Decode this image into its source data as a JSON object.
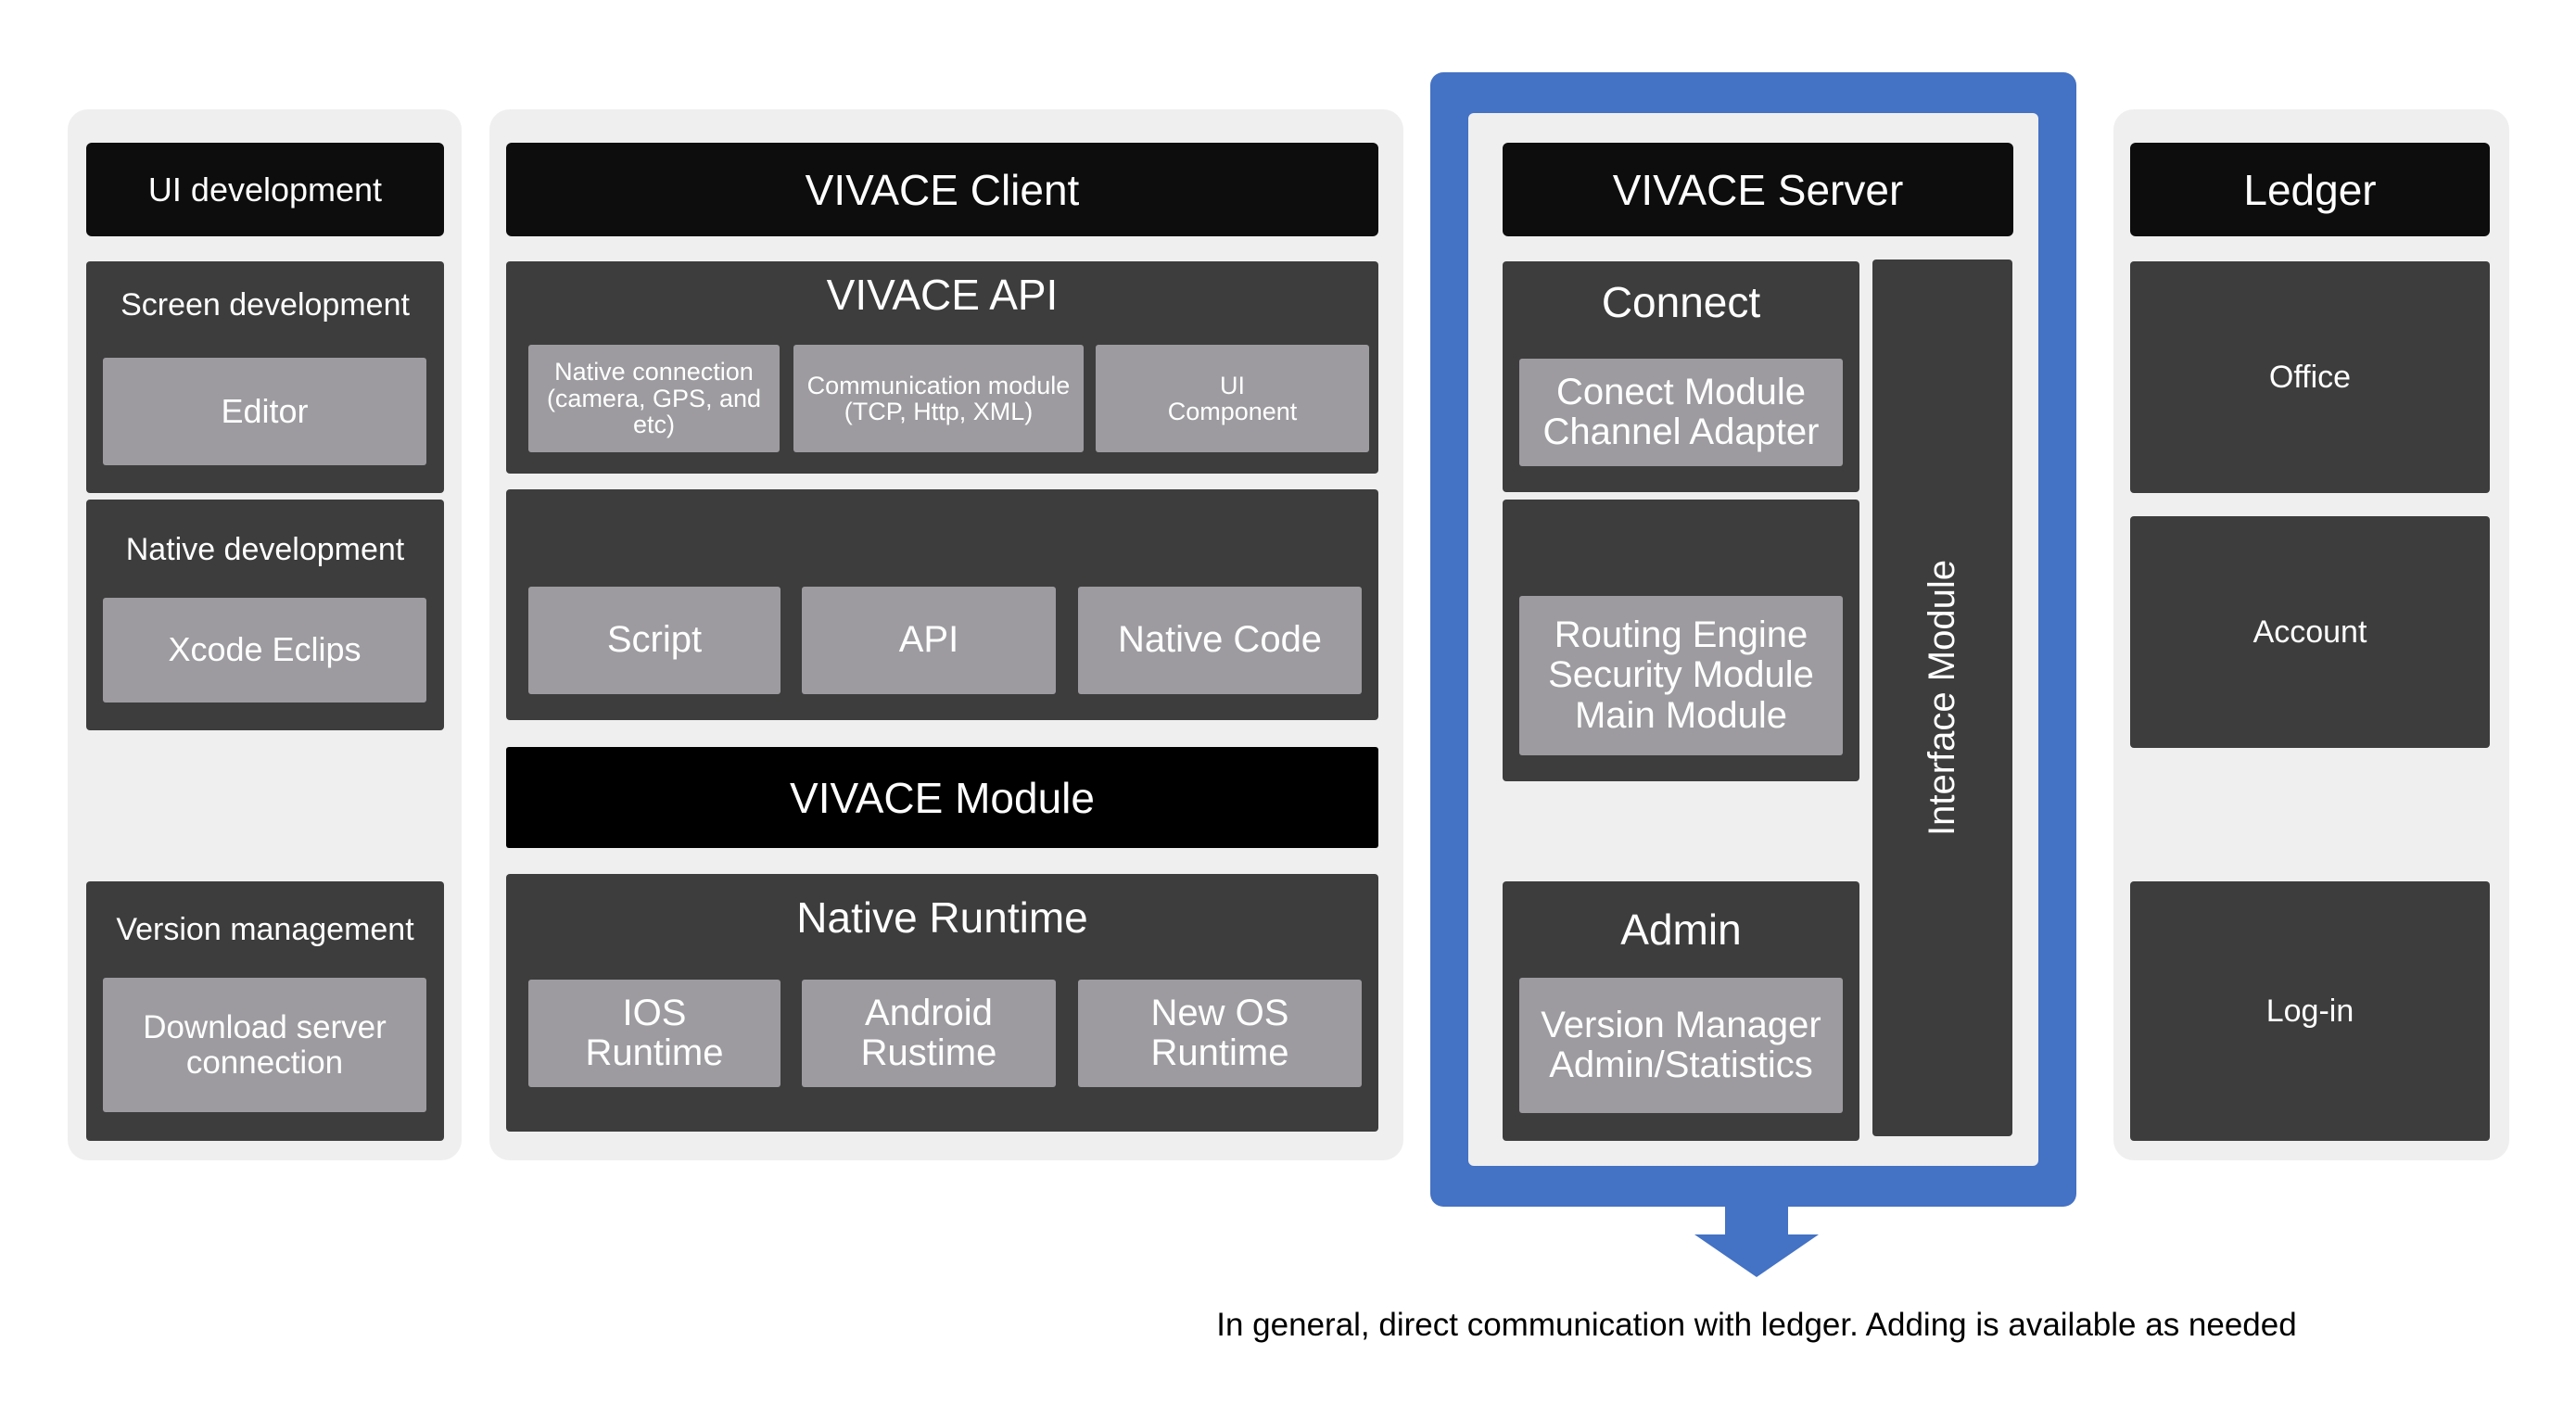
{
  "colors": {
    "panel_bg": "#efefef",
    "header_bg": "#0d0d0d",
    "block_bg": "#3d3d3d",
    "item_bg": "#9d9b9f",
    "server_border": "#4472c4",
    "caption": "#000000"
  },
  "left_column": {
    "header": "UI development",
    "screen_dev": {
      "title": "Screen development",
      "item": "Editor"
    },
    "native_dev": {
      "title": "Native development",
      "item": "Xcode Eclips"
    },
    "version_mgmt": {
      "title": "Version management",
      "item": "Download server\nconnection"
    }
  },
  "client_column": {
    "header": "VIVACE Client",
    "api": {
      "title": "VIVACE API",
      "items": [
        "Native connection\n(camera, GPS, and etc)",
        "Communication module\n(TCP, Http, XML)",
        "UI\nComponent"
      ]
    },
    "script_block": {
      "items": [
        "Script",
        "API",
        "Native Code"
      ]
    },
    "module_header": "VIVACE Module",
    "runtime": {
      "title": "Native Runtime",
      "items": [
        "IOS\nRuntime",
        "Android\nRustime",
        "New OS\nRuntime"
      ]
    }
  },
  "server_column": {
    "header": "VIVACE Server",
    "connect": {
      "title": "Connect",
      "item": "Conect Module\nChannel Adapter"
    },
    "engine": {
      "item": "Routing Engine\nSecurity Module\nMain Module"
    },
    "admin": {
      "title": "Admin",
      "item": "Version Manager\nAdmin/Statistics"
    },
    "interface_module": "Interface Module"
  },
  "ledger_column": {
    "header": "Ledger",
    "items": [
      "Office",
      "Account",
      "Log-in"
    ]
  },
  "caption": "In general, direct communication with ledger. Adding is available as needed"
}
